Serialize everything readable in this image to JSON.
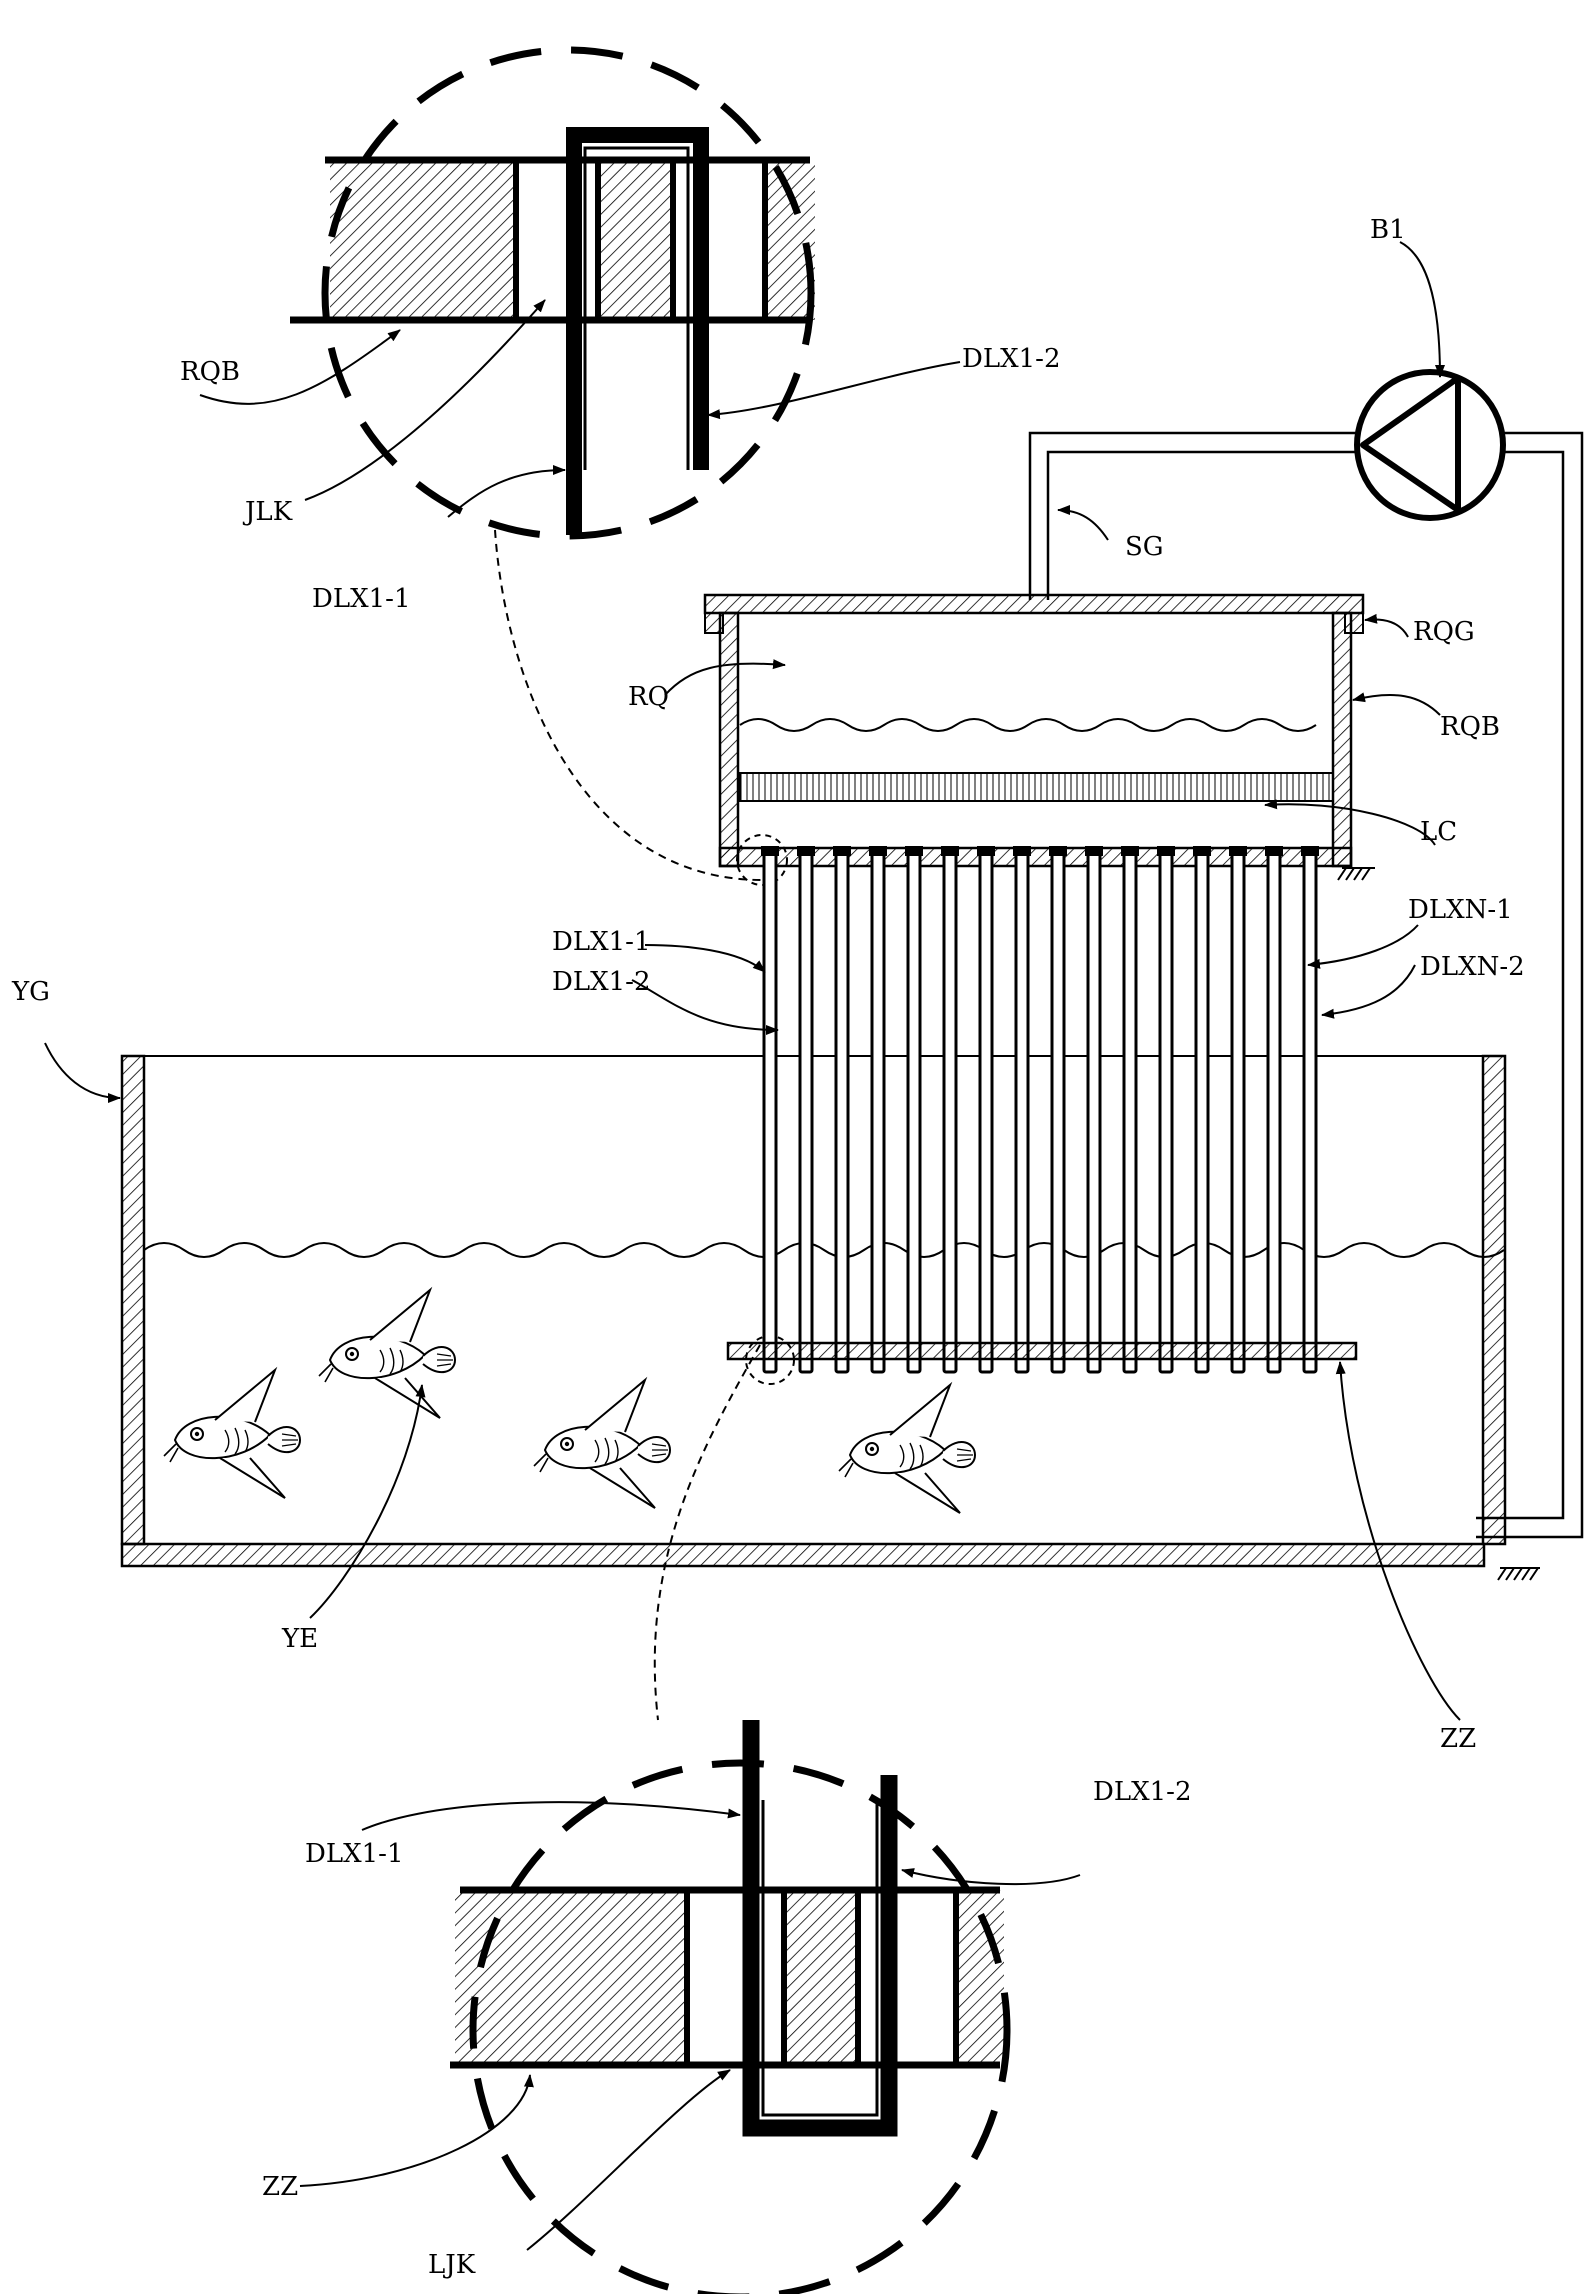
{
  "labels": {
    "b1": "B1",
    "sg": "SG",
    "rqg": "RQG",
    "rqb": "RQB",
    "rq": "RQ",
    "lc": "LC",
    "dlx1_1": "DLX1-1",
    "dlx1_2": "DLX1-2",
    "dlxn_1": "DLXN-1",
    "dlxn_2": "DLXN-2",
    "yg": "YG",
    "ye": "YE",
    "zz": "ZZ",
    "top_rqb": "RQB",
    "top_jlk": "JLK",
    "top_dlx1_1": "DLX1-1",
    "top_dlx1_2": "DLX1-2",
    "bot_dlx1_1": "DLX1-1",
    "bot_dlx1_2": "DLX1-2",
    "bot_zz": "ZZ",
    "bot_ljk": "LJK"
  },
  "tube_pairs": 16,
  "fish_count": 4,
  "colors": {
    "ink": "#000000",
    "background": "#ffffff"
  }
}
